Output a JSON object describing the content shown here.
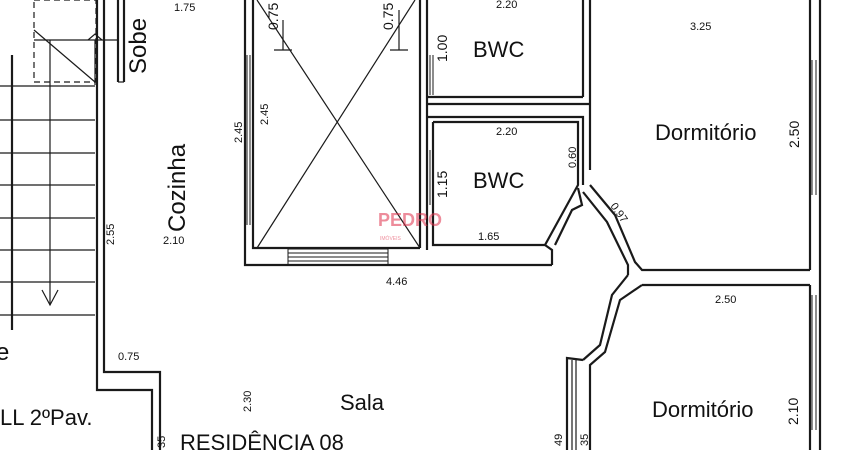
{
  "rooms": {
    "bwc_top": "BWC",
    "bwc_mid": "BWC",
    "dormitorio_top": "Dormitório",
    "dormitorio_bottom": "Dormitório",
    "cozinha": "Cozinha",
    "sala": "Sala",
    "sobe": "Sobe",
    "hall": "LL 2ºPav.",
    "residencia": "RESIDÊNCIA 08",
    "edge_letter": "e"
  },
  "dimensions": {
    "d_175": "1.75",
    "d_220_top": "2.20",
    "d_325": "3.25",
    "d_100": "1.00",
    "d_075_a": "0.75",
    "d_075_b": "0.75",
    "d_245_a": "2.45",
    "d_245_b": "2.45",
    "d_220_mid": "2.20",
    "d_060": "0.60",
    "d_115": "1.15",
    "d_250_right": "2.50",
    "d_255": "2.55",
    "d_210_left": "2.10",
    "d_165": "1.65",
    "d_097": "0.97",
    "d_446": "4.46",
    "d_250_bottom": "2.50",
    "d_075_bottom": "0.75",
    "d_230": "2.30",
    "d_210_right": "2.10",
    "d_35_a": "35",
    "d_49": "49",
    "d_35_b": "35"
  },
  "watermark": {
    "brand": "PEDRO",
    "sub": "IMÓVEIS",
    "color": "#e0304a"
  }
}
